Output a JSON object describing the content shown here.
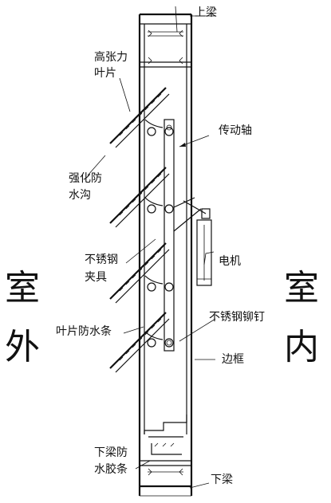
{
  "labels": {
    "top_beam": "上梁",
    "blade_line1": "高张力",
    "blade_line2": "叶片",
    "drive_shaft": "传动轴",
    "gutter_line1": "强化防",
    "gutter_line2": "水沟",
    "clamp_line1": "不锈钢",
    "clamp_line2": "夹具",
    "motor": "电机",
    "rivet": "不锈钢铆钉",
    "blade_seal": "叶片防水条",
    "frame": "边框",
    "bottom_seal_line1": "下梁防",
    "bottom_seal_line2": "水胶条",
    "bottom_beam": "下梁",
    "outdoor_1": "室",
    "outdoor_2": "外",
    "indoor_1": "室",
    "indoor_2": "内"
  }
}
